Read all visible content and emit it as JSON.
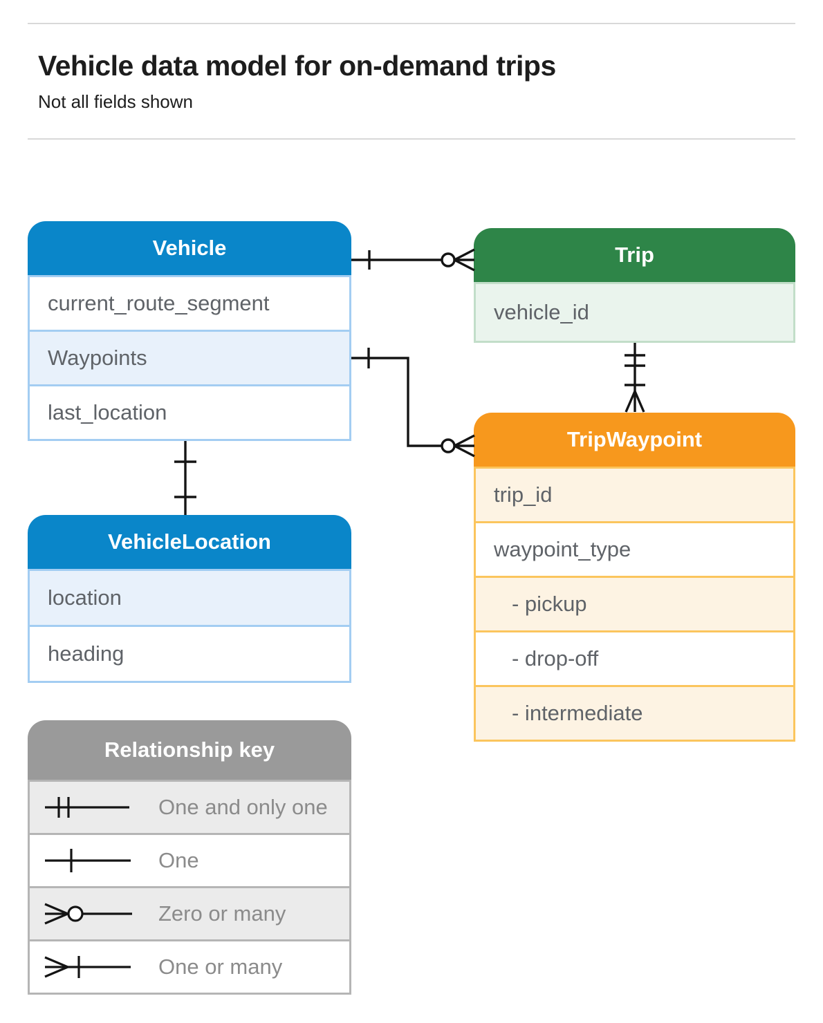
{
  "page": {
    "title": "Vehicle data model for on-demand trips",
    "subtitle": "Not all fields shown"
  },
  "theme": {
    "blue": "#0a86c9",
    "blue-tint": "#e8f1fb",
    "blue-border": "#a3cdf2",
    "green": "#2e8548",
    "green-tint": "#eaf4ed",
    "green-border": "#c2dec9",
    "orange": "#f7981d",
    "orange-tint": "#fdf3e3",
    "orange-border": "#fbc55d",
    "gray": "#9a9a9a",
    "gray-tint": "#ebebeb",
    "gray-border": "#b5b5b5",
    "divider": "#d8d8d8",
    "text": "#1d1d1d",
    "field-text": "#5f6368",
    "legend-text": "#8b8b8b",
    "connector": "#141414"
  },
  "tables": {
    "vehicle": {
      "title": "Vehicle",
      "fields": [
        "current_route_segment",
        "Waypoints",
        "last_location"
      ]
    },
    "trip": {
      "title": "Trip",
      "fields": [
        "vehicle_id"
      ]
    },
    "trip_waypoint": {
      "title": "TripWaypoint",
      "fields": [
        "trip_id",
        "waypoint_type",
        "- pickup",
        "- drop-off",
        "- intermediate"
      ]
    },
    "vehicle_location": {
      "title": "VehicleLocation",
      "fields": [
        "location",
        "heading"
      ]
    }
  },
  "legend": {
    "title": "Relationship key",
    "items": [
      {
        "symbol": "one-and-only-one",
        "label": "One and only one"
      },
      {
        "symbol": "one",
        "label": "One"
      },
      {
        "symbol": "zero-or-many",
        "label": "Zero or many"
      },
      {
        "symbol": "one-or-many",
        "label": "One or many"
      }
    ]
  },
  "relationships": [
    {
      "from": "Vehicle",
      "from_cardinality": "one",
      "to": "Trip",
      "to_cardinality": "zero-or-many"
    },
    {
      "from": "Vehicle.Waypoints",
      "from_cardinality": "one",
      "to": "TripWaypoint",
      "to_cardinality": "zero-or-many"
    },
    {
      "from": "Trip",
      "from_cardinality": "one-and-only-one",
      "to": "TripWaypoint",
      "to_cardinality": "one-or-many"
    },
    {
      "from": "Vehicle",
      "from_cardinality": "one",
      "to": "VehicleLocation",
      "to_cardinality": "one"
    }
  ]
}
